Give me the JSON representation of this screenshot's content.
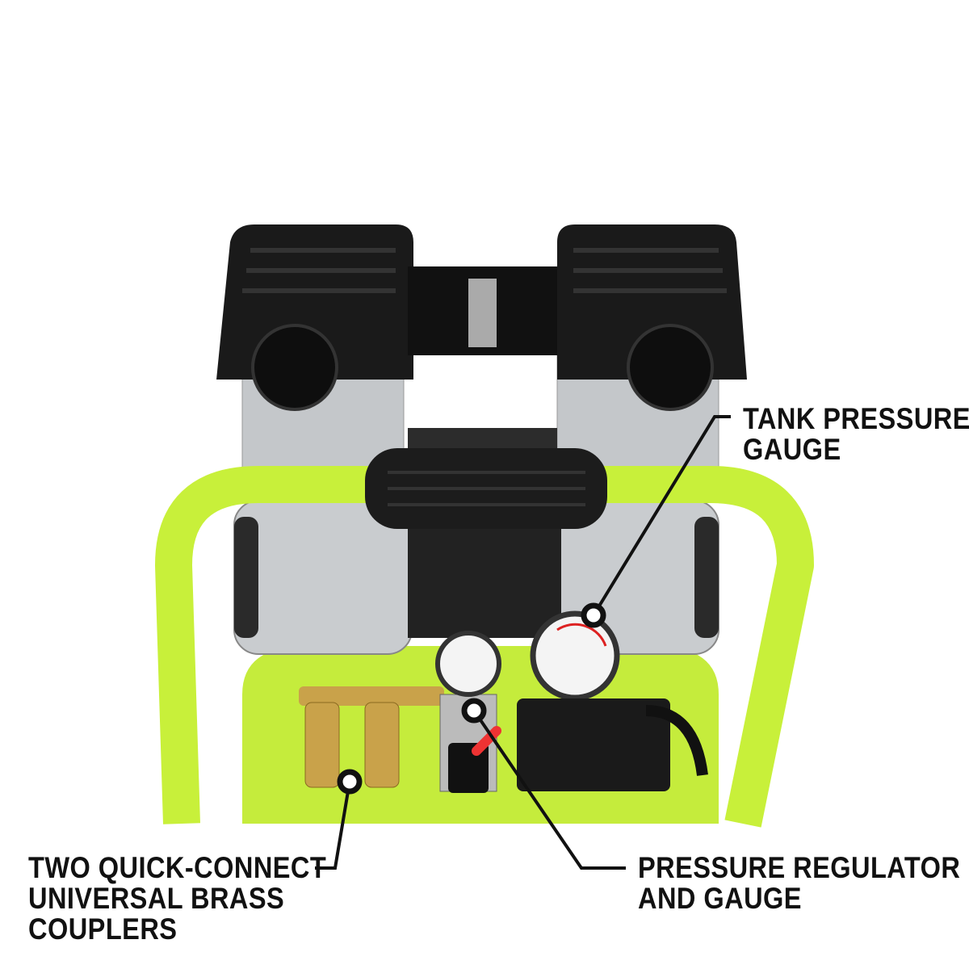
{
  "callouts": {
    "tank_gauge": {
      "lines": [
        "TANK PRESSURE",
        "GAUGE"
      ]
    },
    "regulator": {
      "lines": [
        "PRESSURE REGULATOR",
        "AND GAUGE"
      ]
    },
    "couplers": {
      "lines": [
        "TWO QUICK-CONNECT",
        "UNIVERSAL BRASS",
        "COUPLERS"
      ]
    }
  },
  "colors": {
    "frame": "#c8f03a",
    "tank": "#c5ec3c",
    "cover": "#1a1a1a",
    "aluminum": "#c9cccf",
    "brass": "#c9a24a",
    "callout_line": "#111111"
  }
}
